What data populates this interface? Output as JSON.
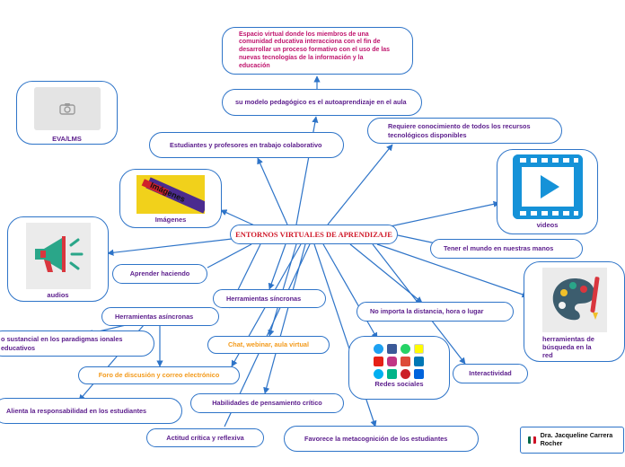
{
  "center": "ENTORNOS VIRTUALES DE APRENDIZAJE",
  "nodes": {
    "definition": "Espacio virtual donde los miembros de una comunidad educativa interacciona con el fin de desarrollar un proceso formativo con el uso de las nuevas tecnologías de la información y la educación",
    "pedagogical_model": "su modelo pedagógico es el autoaprendizaje en el aula",
    "collaborative": "Estudiantes y profesores en trabajo colaborativo",
    "knowledge": "Requiere conocimiento de todos los recursos tecnológicos disponibles",
    "world": "Tener el mundo en nuestras manos",
    "learn_by_doing": "Aprender haciendo",
    "synchronous": "Herramientas síncronas",
    "asynchronous": "Herramientas asíncronas",
    "paradigm_change": "o sustancial en los paradigmas ionales educativos",
    "chat": "Chat, webinar, aula virtual",
    "forum": "Foro de discusión y correo electrónico",
    "responsibility": "Alienta la responsabilidad en los estudiantes",
    "critical_thinking": "Habilidades de pensamiento crítico",
    "critical_attitude": "Actitud crítica y reflexiva",
    "metacognition": "Favorece la metacognición de los estudiantes",
    "distance": "No importa la distancia, hora o lugar",
    "interactivity": "Interactividad"
  },
  "cards": {
    "eva": "EVA/LMS",
    "images": "Imágenes",
    "images_logo": "Imágenes",
    "audios": "audios",
    "videos": "videos",
    "search_tools": "herramientas de búsqueda en la red",
    "social": "Redes sociales"
  },
  "credit": "Dra. Jacqueline Carrera Rocher",
  "colors": {
    "line": "#2e74c8",
    "text": "#5b1d8c",
    "center_text": "#d01a2a",
    "orange": "#f39a1b",
    "magenta": "#c0166e"
  }
}
